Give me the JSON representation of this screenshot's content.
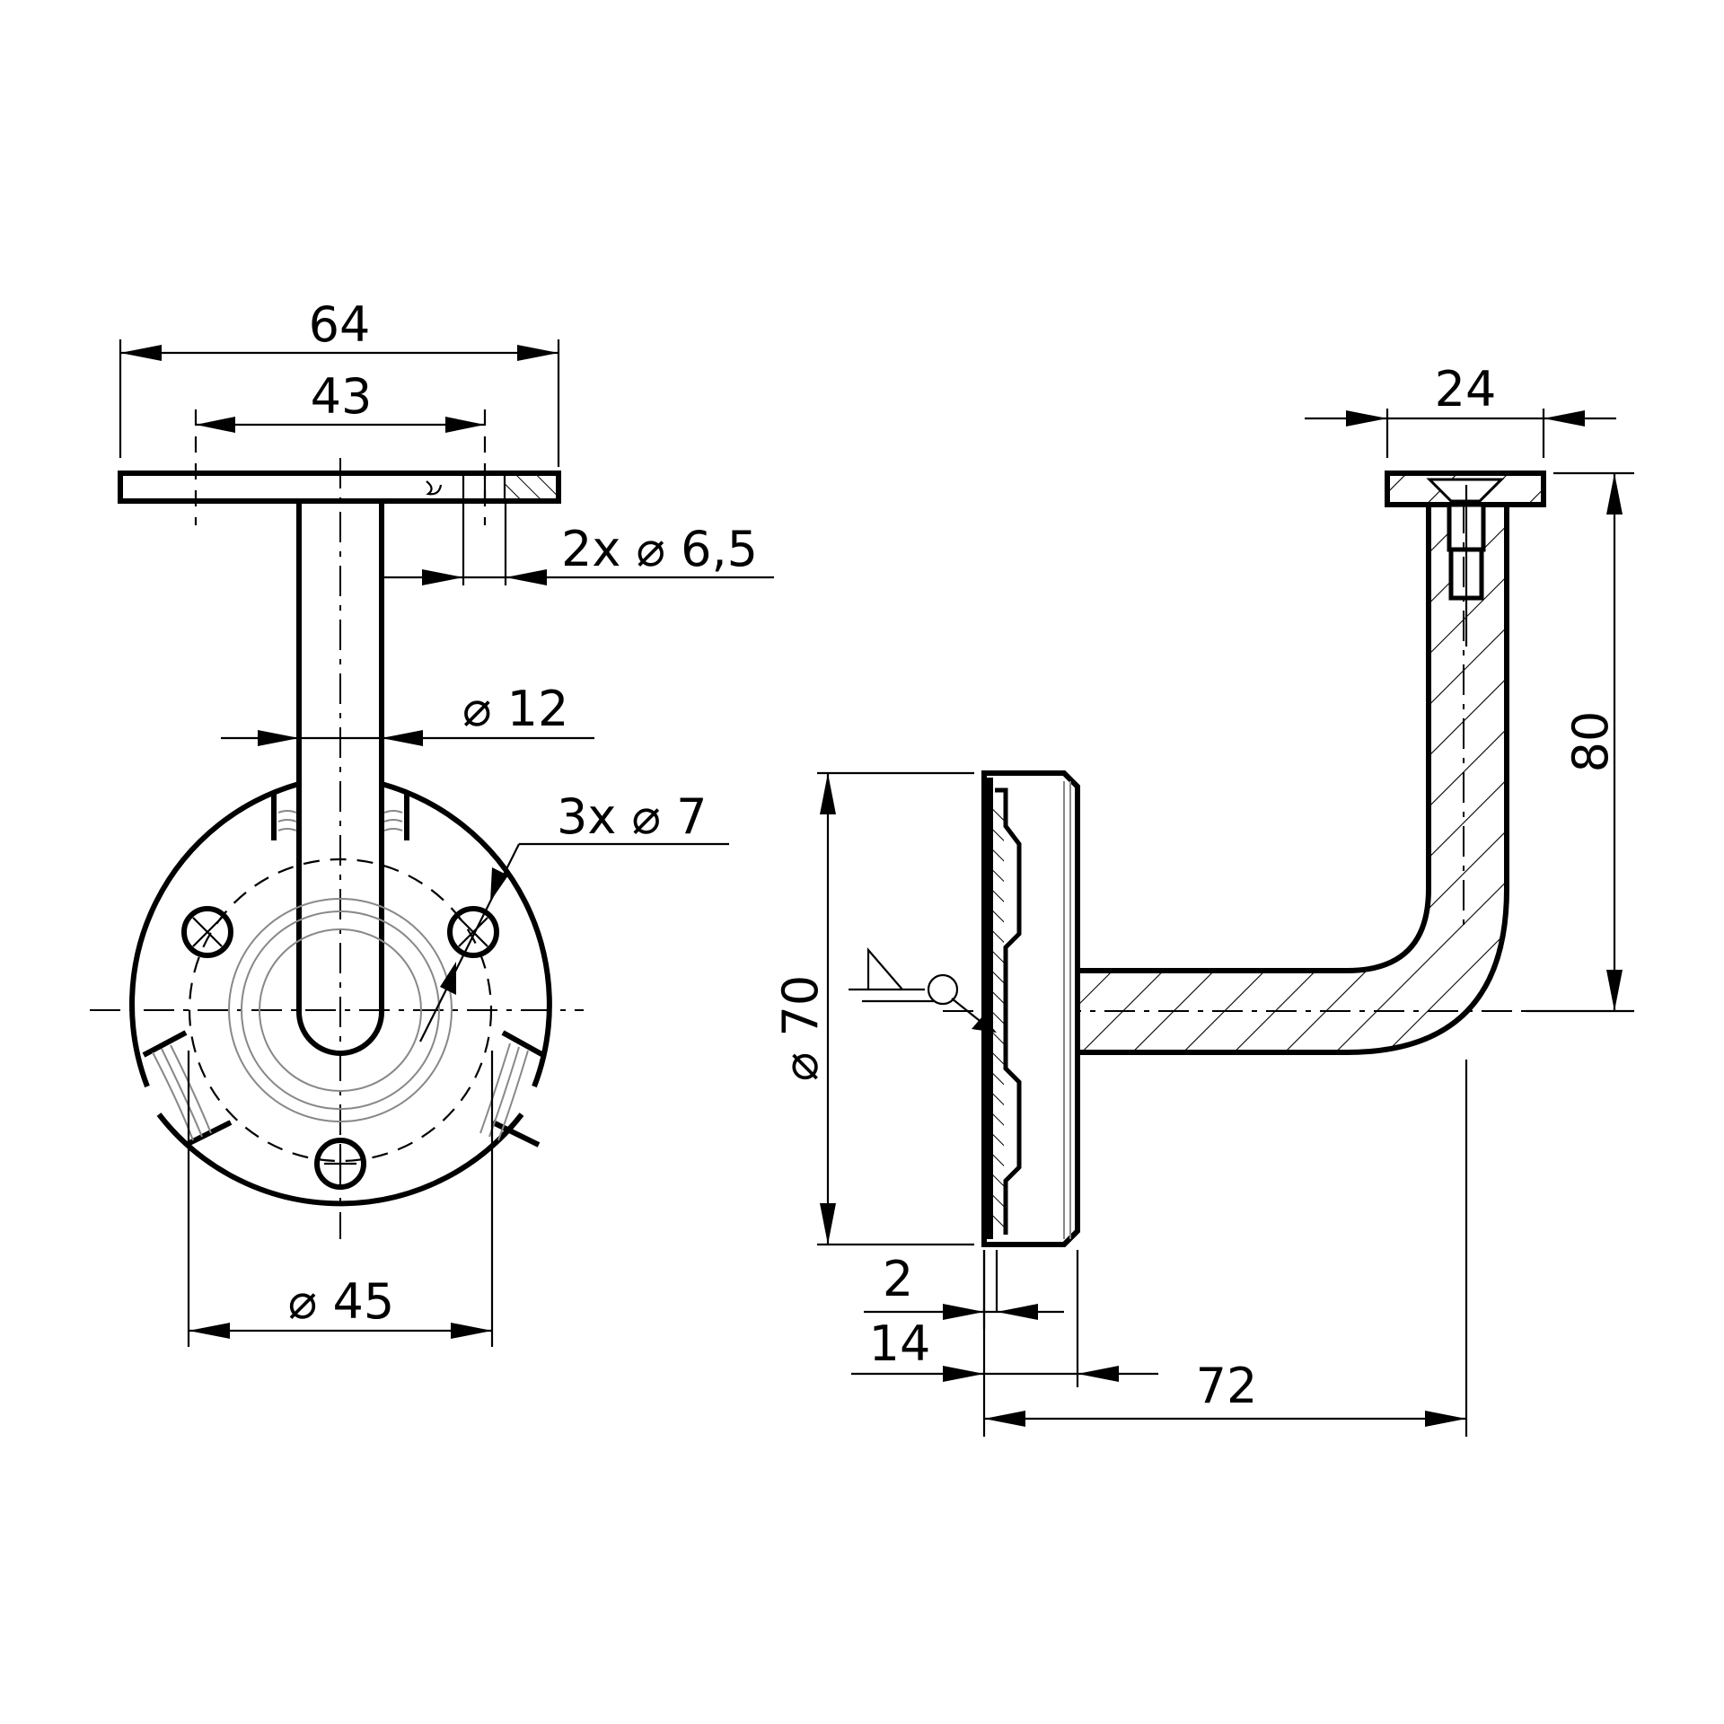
{
  "drawing": {
    "title": "Handrail bracket — technical drawing",
    "views": [
      "front-view",
      "side-section-view"
    ],
    "line_color": "#000000",
    "background": "#ffffff"
  },
  "front_view": {
    "dim_overall_plate_width": "64",
    "dim_hole_spacing": "43",
    "dim_plate_holes": "2x ⌀ 6,5",
    "dim_rod_diameter": "⌀ 12",
    "dim_base_holes": "3x ⌀ 7",
    "dim_bolt_circle": "⌀ 45"
  },
  "side_view": {
    "dim_top_plate_width": "24",
    "dim_height": "80",
    "dim_base_diameter": "⌀ 70",
    "dim_cover_thickness": "2",
    "dim_base_depth": "14",
    "dim_projection": "72"
  },
  "symbols": {
    "weld_symbol": "fillet-weld-all-around"
  }
}
